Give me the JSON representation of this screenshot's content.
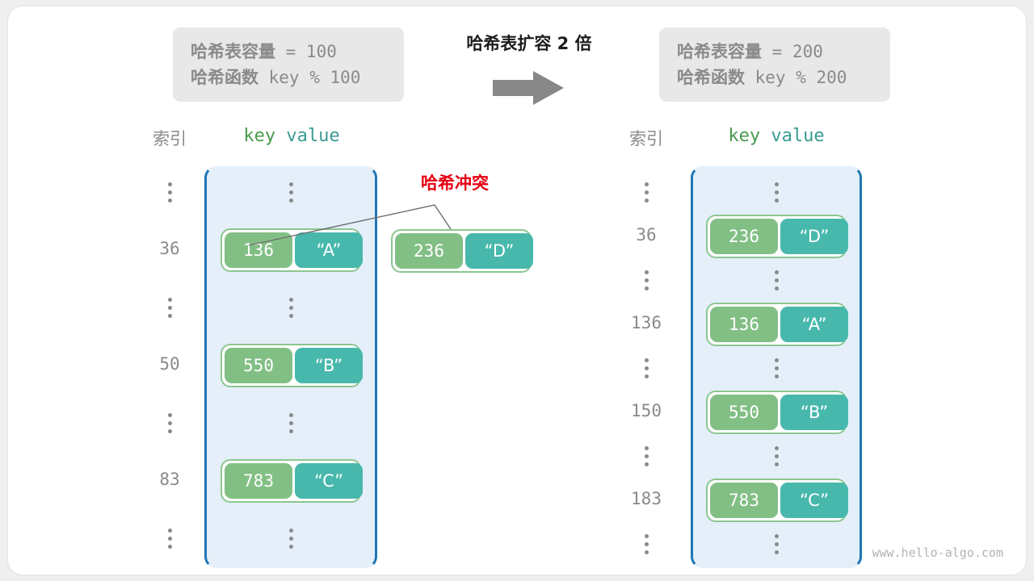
{
  "diagram": {
    "center_title": "哈希表扩容 2 倍",
    "arrow_icon": "arrow-right-icon",
    "watermark": "www.hello-algo.com",
    "collision_label": "哈希冲突",
    "colors": {
      "page_background": "#efefef",
      "card_background": "#ffffff",
      "info_box": "#e8e8e8",
      "info_text": "#8a8a8a",
      "bucket_fill": "#e4effa",
      "bucket_border": "#1f77b4",
      "key_cell": "#82bf85",
      "value_cell": "#48b8ac",
      "pair_border": "#8cc68f",
      "key_header": "#4a9a4f",
      "value_header": "#389b92",
      "collision_red": "#e60012",
      "arrow_gray": "#878787",
      "index_text": "#8a8a8a"
    }
  },
  "info_left": {
    "line1_label": "哈希表容量",
    "line1_value": " = 100",
    "line2_label": "哈希函数",
    "line2_value": " key % 100"
  },
  "info_right": {
    "line1_label": "哈希表容量",
    "line1_value": " = 200",
    "line2_label": "哈希函数",
    "line2_value": " key % 200"
  },
  "headers": {
    "index": "索引",
    "key": "key",
    "value": "value"
  },
  "left_table": {
    "capacity": 100,
    "rows": [
      {
        "type": "ellipsis",
        "index": "⋮"
      },
      {
        "type": "entry",
        "index": "36",
        "key": "136",
        "value": "“A”"
      },
      {
        "type": "ellipsis",
        "index": "⋮"
      },
      {
        "type": "entry",
        "index": "50",
        "key": "550",
        "value": "“B”"
      },
      {
        "type": "ellipsis",
        "index": "⋮"
      },
      {
        "type": "entry",
        "index": "83",
        "key": "783",
        "value": "“C”"
      },
      {
        "type": "ellipsis",
        "index": "⋮"
      }
    ]
  },
  "right_table": {
    "capacity": 200,
    "rows": [
      {
        "type": "ellipsis",
        "index": "⋮"
      },
      {
        "type": "entry",
        "index": "36",
        "key": "236",
        "value": "“D”"
      },
      {
        "type": "ellipsis",
        "index": "⋮"
      },
      {
        "type": "entry",
        "index": "136",
        "key": "136",
        "value": "“A”"
      },
      {
        "type": "ellipsis",
        "index": "⋮"
      },
      {
        "type": "entry",
        "index": "150",
        "key": "550",
        "value": "“B”"
      },
      {
        "type": "ellipsis",
        "index": "⋮"
      },
      {
        "type": "entry",
        "index": "183",
        "key": "783",
        "value": "“C”"
      },
      {
        "type": "ellipsis",
        "index": "⋮"
      }
    ]
  },
  "colliding_pair": {
    "key": "236",
    "value": "“D”"
  }
}
